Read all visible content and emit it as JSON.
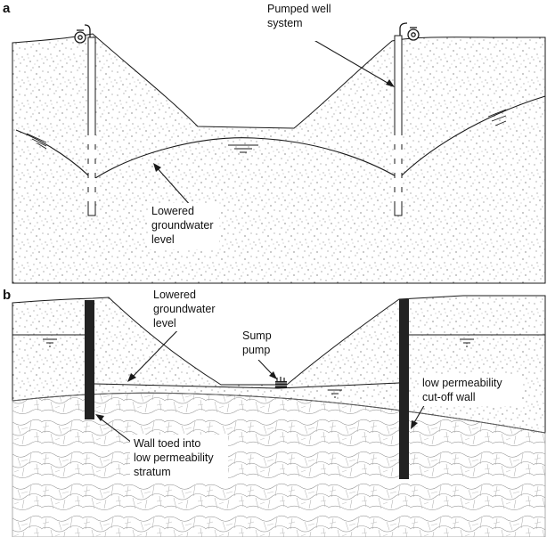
{
  "panels": [
    {
      "letter": "a",
      "labels": {
        "pumped_well": [
          "Pumped well",
          "system"
        ],
        "lowered_gw": [
          "Lowered",
          "groundwater",
          "level"
        ]
      }
    },
    {
      "letter": "b",
      "labels": {
        "lowered_gw": [
          "Lowered",
          "groundwater",
          "level"
        ],
        "sump_pump": [
          "Sump",
          "pump"
        ],
        "cutoff_wall": [
          "low permeability",
          "cut-off wall"
        ],
        "wall_toed": [
          "Wall toed into",
          "low permeability",
          "stratum"
        ]
      }
    }
  ],
  "colors": {
    "ink": "#1a1a1a",
    "wall": "#222222",
    "background": "#ffffff"
  }
}
